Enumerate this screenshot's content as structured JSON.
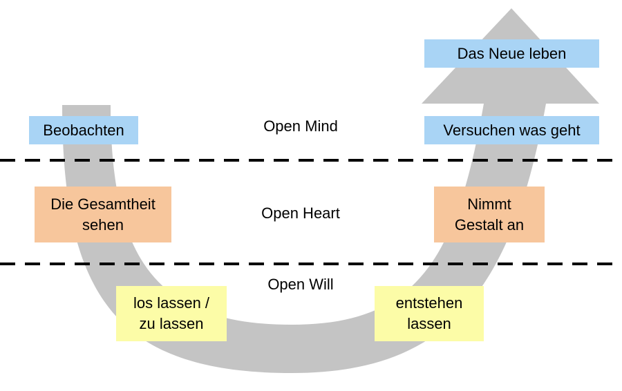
{
  "levels": {
    "mind": "Open Mind",
    "heart": "Open Heart",
    "will": "Open Will"
  },
  "left": {
    "observe": "Beobachten",
    "whole_line1": "Die Gesamtheit",
    "whole_line2": "sehen",
    "letgo_line1": "los lassen /",
    "letgo_line2": "zu lassen"
  },
  "right": {
    "new_life": "Das Neue leben",
    "try": "Versuchen was geht",
    "shape_line1": "Nimmt",
    "shape_line2": "Gestalt an",
    "emerge_line1": "entstehen",
    "emerge_line2": "lassen"
  },
  "colors": {
    "arrow": "#c4c4c4",
    "divider": "#000000",
    "mind_box": "#a9d4f5",
    "heart_box": "#f7c69c",
    "will_box": "#fcfca7"
  }
}
